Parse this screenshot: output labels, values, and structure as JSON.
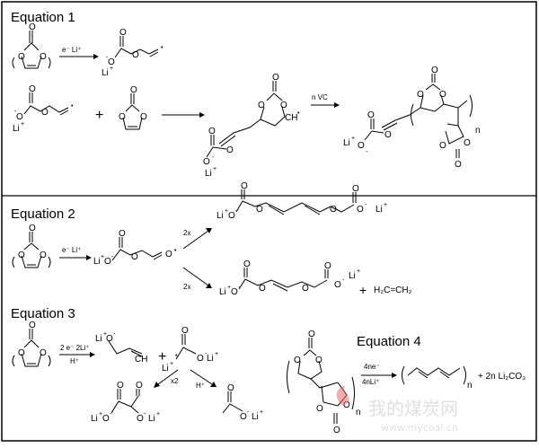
{
  "equations": {
    "eq1": "Equation 1",
    "eq2": "Equation 2",
    "eq3": "Equation 3",
    "eq4": "Equation 4"
  },
  "atoms": {
    "O": "O",
    "Li": "Li",
    "CH": "CH",
    "H2C": "H",
    "C": "C",
    "minus": "-",
    "plus": "+",
    "dot": "•"
  },
  "conditions": {
    "eq1_step1": "e⁻ Li⁺",
    "eq1_poly": "n VC",
    "eq2_step1": "e⁻ Li⁺",
    "eq2_2x": "2x",
    "eq3_step1a": "2 e⁻ 2Li⁺",
    "eq3_step1b": "H⁺",
    "eq3_x2": "x2",
    "eq3_H": "H⁺",
    "eq4_a": "4ne⁻",
    "eq4_b": "4nLi⁺",
    "n": "n"
  },
  "byproducts": {
    "ethylene": "H₂C=CH₂",
    "li2co3": "+ 2n Li₂CO₃",
    "plus_sign": "+"
  },
  "watermark": {
    "cn": "我的煤炭网",
    "url": "www.mycoal.cn"
  }
}
